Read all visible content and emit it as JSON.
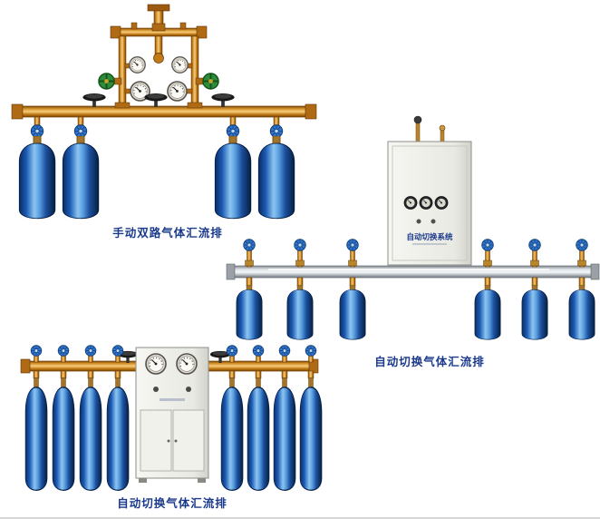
{
  "page": {
    "background": "#ffffff",
    "caption_color": "#1b3a8c"
  },
  "products": [
    {
      "caption": "手动双路气体汇流排"
    },
    {
      "caption": "自动切换气体汇流排"
    },
    {
      "caption": "自动切换气体汇流排"
    }
  ],
  "cabinet": {
    "panel_label": "自动切换系统"
  },
  "colors": {
    "cylinder_blue": "#1d5cb5",
    "cylinder_highlight": "#8cc4f0",
    "brass_pipe": "#d9952c",
    "steel_pipe": "#c7ccd1",
    "cabinet_body": "#efefe9",
    "valve_blue": "#2f74c9",
    "regulator_green": "#2e8b3a"
  }
}
